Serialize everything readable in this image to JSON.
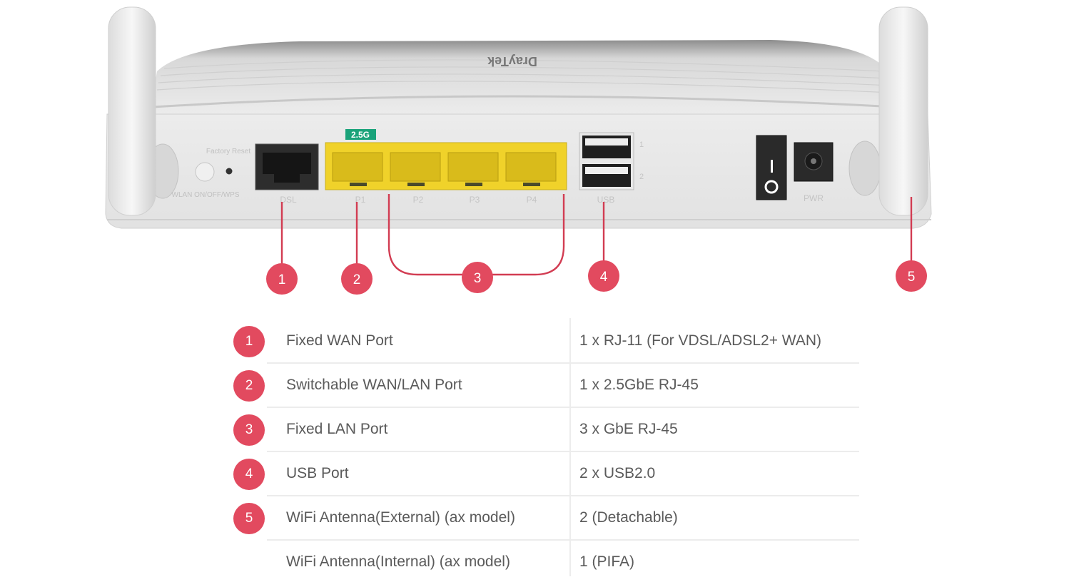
{
  "device": {
    "brand_label": "DrayTek",
    "speed_badge": "2.5G",
    "port_labels": {
      "factory_reset": "Factory Reset",
      "wlan_button": "WLAN ON/OFF/WPS",
      "dsl": "DSL",
      "p1": "P1",
      "p2": "P2",
      "p3": "P3",
      "p4": "P4",
      "usb": "USB",
      "usb_1": "1",
      "usb_2": "2",
      "pwr": "PWR"
    }
  },
  "callouts": [
    "1",
    "2",
    "3",
    "4",
    "5"
  ],
  "colors": {
    "accent": "#e24a5f",
    "lan_port": "#f0d22a",
    "speed_badge": "#1aa37a",
    "text": "#5a5a5a"
  },
  "spec_table": {
    "rows": [
      {
        "num": "1",
        "feature": "Fixed WAN Port",
        "value": "1 x RJ-11 (For VDSL/ADSL2+ WAN)"
      },
      {
        "num": "2",
        "feature": "Switchable WAN/LAN Port",
        "value": "1 x 2.5GbE RJ-45"
      },
      {
        "num": "3",
        "feature": "Fixed LAN Port",
        "value": "3 x GbE RJ-45"
      },
      {
        "num": "4",
        "feature": "USB Port",
        "value": "2 x USB2.0"
      },
      {
        "num": "5",
        "feature": "WiFi Antenna(External) (ax model)",
        "value": "2 (Detachable)"
      },
      {
        "num": "",
        "feature": "WiFi Antenna(Internal) (ax model)",
        "value": "1 (PIFA)"
      }
    ]
  }
}
